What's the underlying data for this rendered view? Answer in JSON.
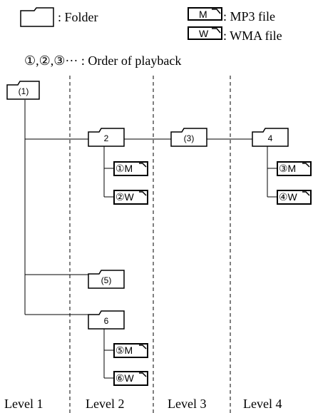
{
  "legend": {
    "folder_text": ": Folder",
    "mp3_letter": "M",
    "mp3_text": ": MP3 file",
    "wma_letter": "W",
    "wma_text": ": WMA file",
    "order_text": "①,②,③··· : Order of playback"
  },
  "folders": {
    "f1": "(1)",
    "f2": "2",
    "f3": "(3)",
    "f4": "4",
    "f5": "(5)",
    "f6": "6"
  },
  "files": {
    "a": "①M",
    "b": "②W",
    "c": "③M",
    "d": "④W",
    "e": "⑤M",
    "f": "⑥W"
  },
  "levels": [
    "Level 1",
    "Level 2",
    "Level 3",
    "Level 4"
  ]
}
